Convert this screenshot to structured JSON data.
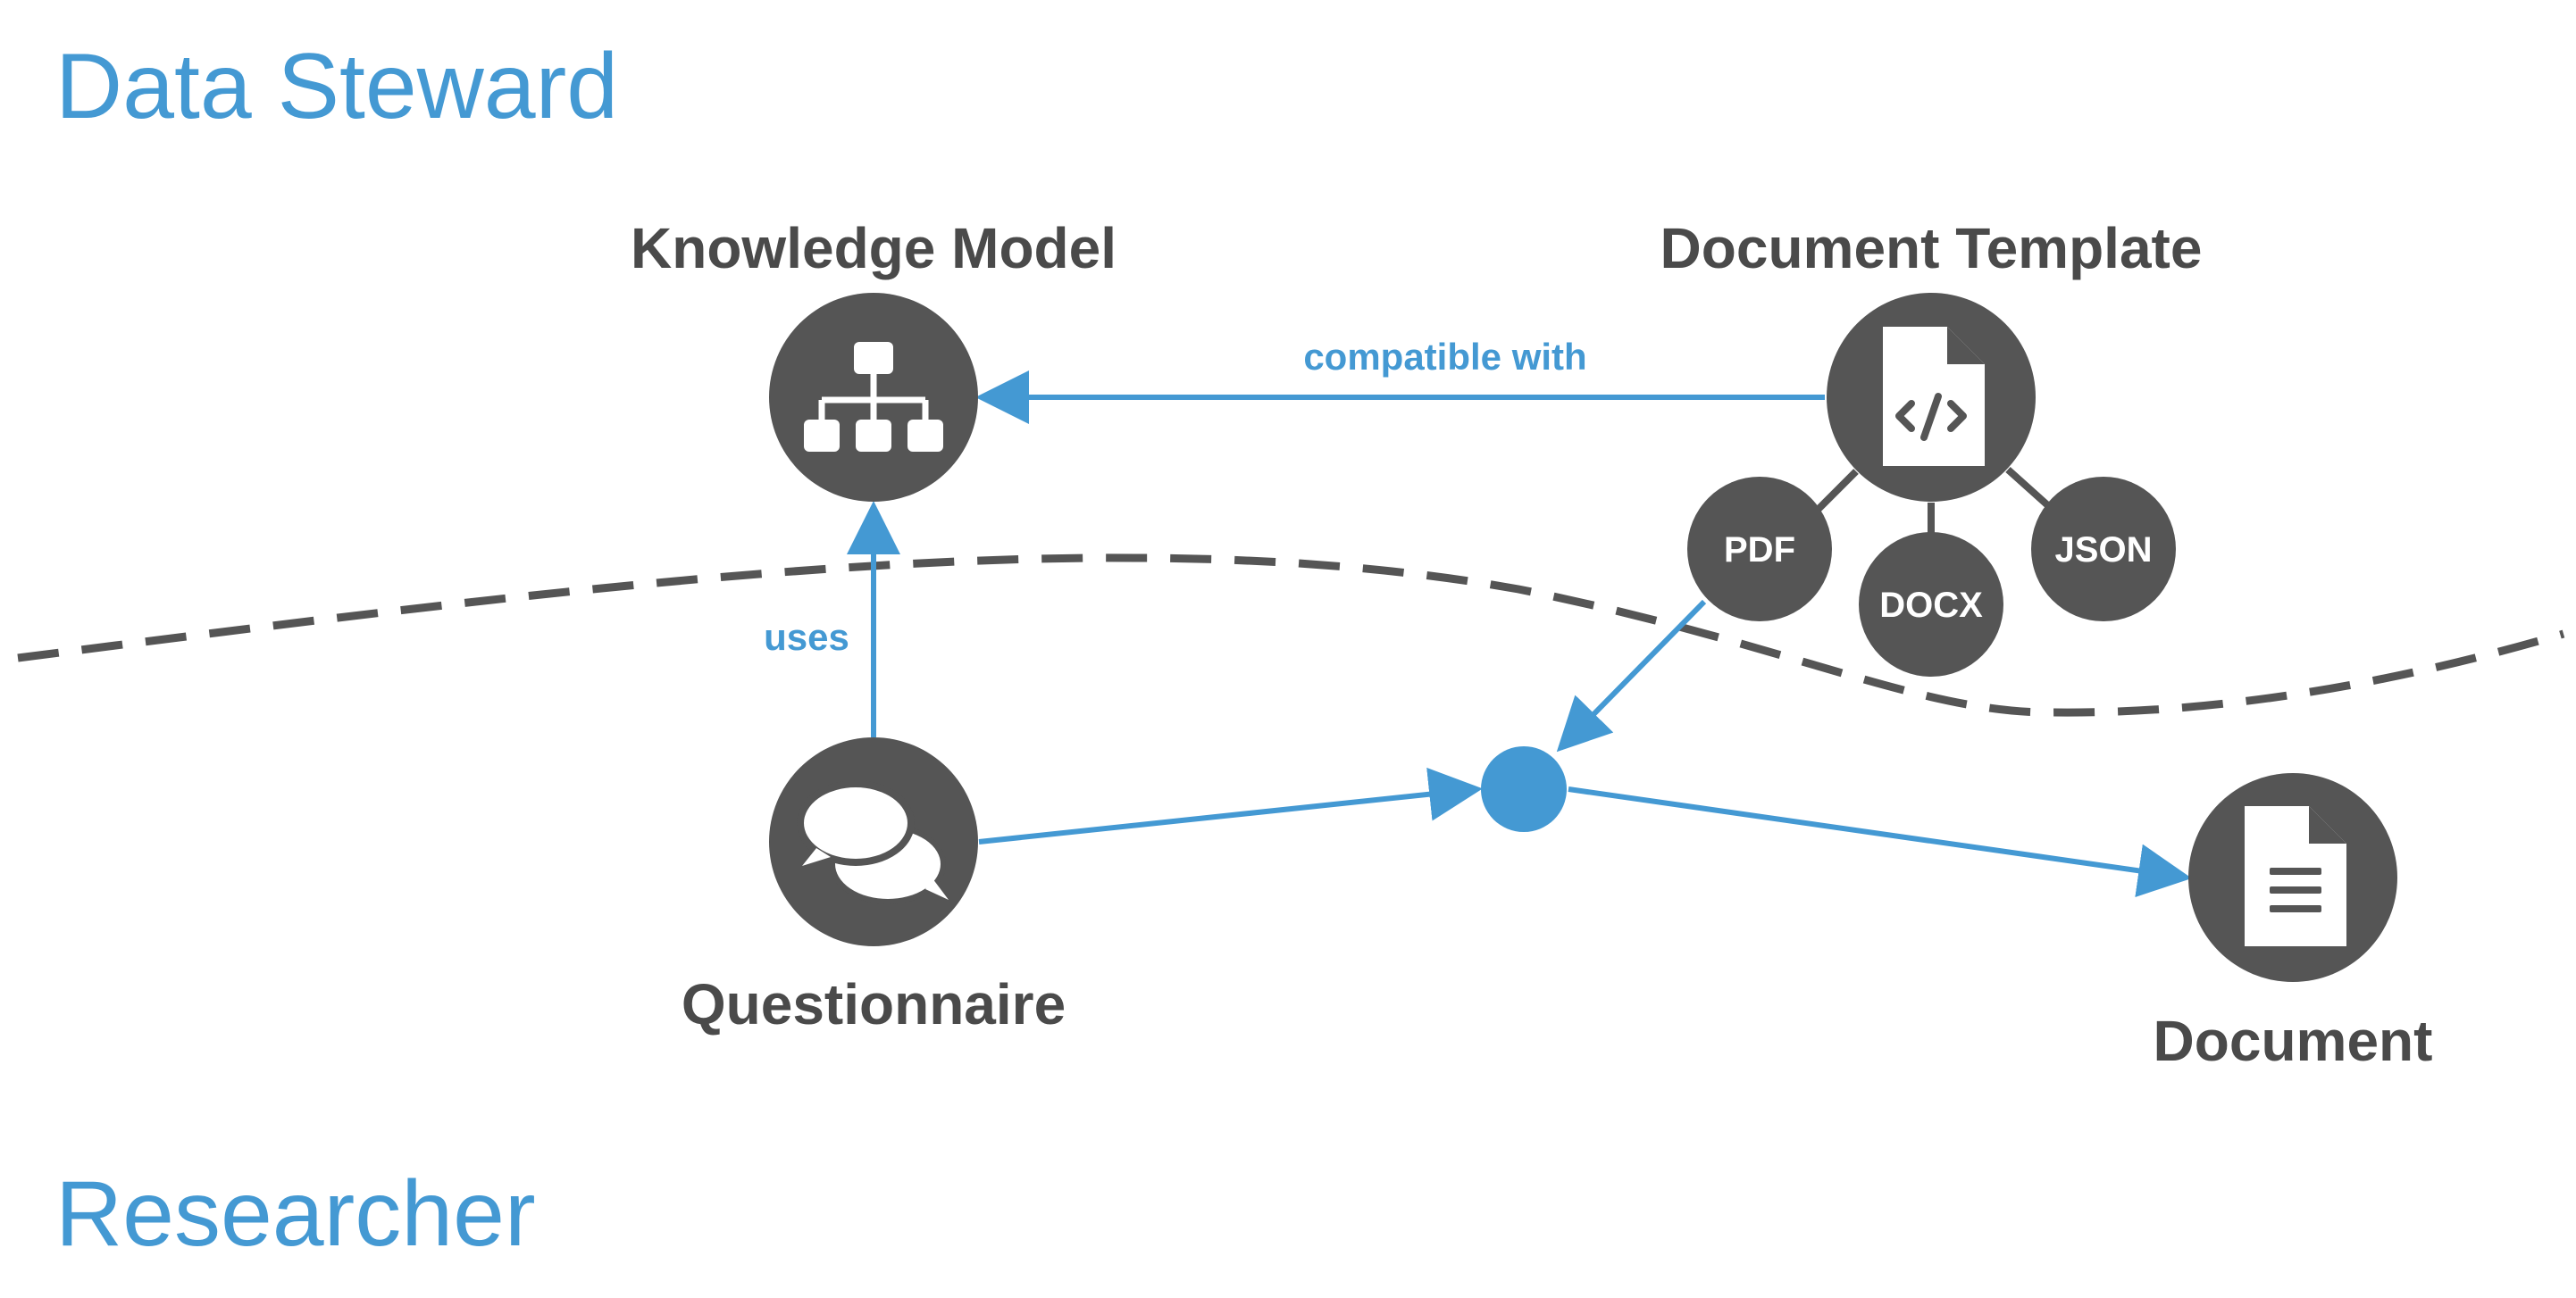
{
  "roles": {
    "top": "Data Steward",
    "bottom": "Researcher"
  },
  "nodes": {
    "knowledge_model": {
      "label": "Knowledge Model",
      "icon": "sitemap-icon"
    },
    "document_template": {
      "label": "Document Template",
      "icon": "code-file-icon"
    },
    "questionnaire": {
      "label": "Questionnaire",
      "icon": "chat-bubbles-icon"
    },
    "document": {
      "label": "Document",
      "icon": "document-icon"
    }
  },
  "formats": [
    "PDF",
    "DOCX",
    "JSON"
  ],
  "edges": {
    "compatible_with": "compatible with",
    "uses": "uses"
  },
  "colors": {
    "accent": "#4499d3",
    "node": "#555555",
    "text": "#4a4a4a",
    "divider": "#555555"
  }
}
